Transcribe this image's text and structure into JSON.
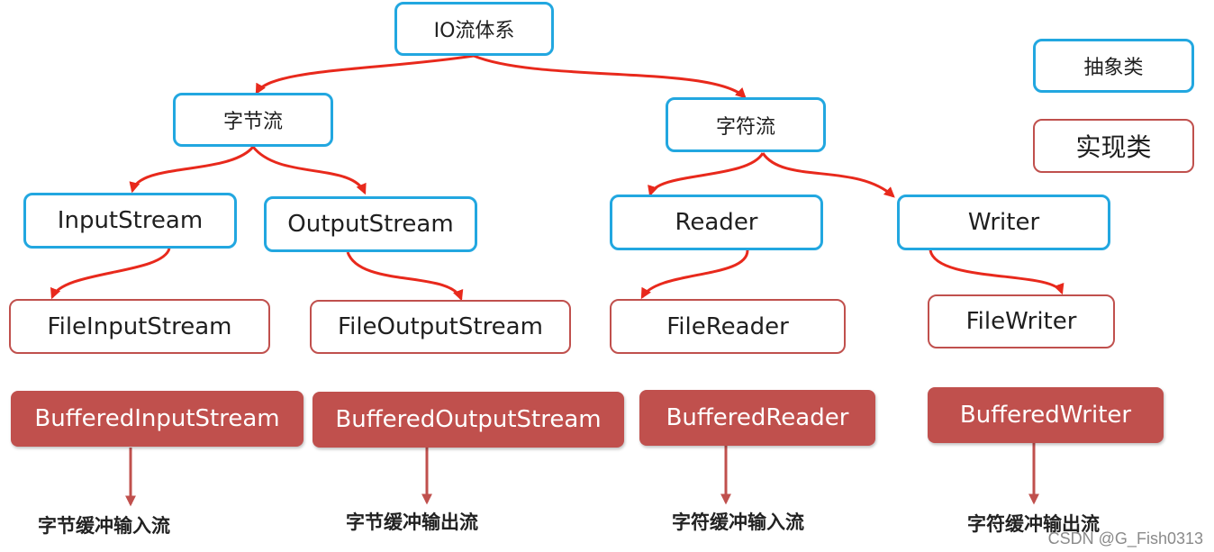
{
  "colors": {
    "abstract": "#22a7e0",
    "impl": "#c0504d",
    "buffered": "#c0504d",
    "arrow": "#e8291c",
    "down_arrow": "#c0504d"
  },
  "root": {
    "label": "IO流体系"
  },
  "byte_stream": {
    "label": "字节流"
  },
  "char_stream": {
    "label": "字符流"
  },
  "legend": {
    "abstract": "抽象类",
    "impl": "实现类"
  },
  "abstract_classes": {
    "input_stream": "InputStream",
    "output_stream": "OutputStream",
    "reader": "Reader",
    "writer": "Writer"
  },
  "impl_classes": {
    "file_input_stream": "FileInputStream",
    "file_output_stream": "FileOutputStream",
    "file_reader": "FileReader",
    "file_writer": "FileWriter"
  },
  "buffered_classes": {
    "buffered_input_stream": "BufferedInputStream",
    "buffered_output_stream": "BufferedOutputStream",
    "buffered_reader": "BufferedReader",
    "buffered_writer": "BufferedWriter"
  },
  "captions": {
    "byte_input": "字节缓冲输入流",
    "byte_output": "字节缓冲输出流",
    "char_input": "字符缓冲输入流",
    "char_output": "字符缓冲输出流"
  },
  "watermark": "CSDN @G_Fish0313"
}
